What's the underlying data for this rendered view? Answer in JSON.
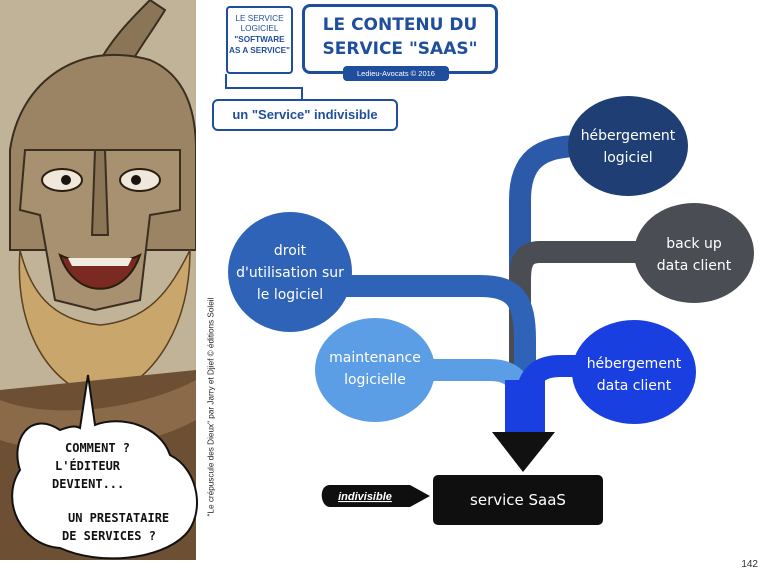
{
  "header": {
    "box_label_line1": "LE SERVICE",
    "box_label_line2": "LOGICIEL",
    "box_label_bold1": "\"SOFTWARE",
    "box_label_bold2": "AS A SERVICE\"",
    "title_line1": "LE CONTENU DU",
    "title_line2": "SERVICE \"SAAS\"",
    "copyright": "Ledieu-Avocats © 2016",
    "subtitle": "un \"Service\" indivisible"
  },
  "comic": {
    "credit": "\"Le crépuscule des Dieux\" par Jarry et Djief © éditions Soleil",
    "bubble_line1": "COMMENT ?",
    "bubble_line2": "L'ÉDITEUR",
    "bubble_line3": "DEVIENT...",
    "bubble_line4": "UN PRESTATAIRE",
    "bubble_line5": "DE SERVICES ?"
  },
  "nodes": {
    "hebergement_logiciel": {
      "line1": "hébergement",
      "line2": "logiciel",
      "color": "#1f3f74"
    },
    "backup": {
      "line1": "back up",
      "line2": "data client",
      "color": "#4a4d54"
    },
    "droit": {
      "line1": "droit",
      "line2": "d'utilisation sur",
      "line3": "le logiciel",
      "color": "#2f63b7"
    },
    "maintenance": {
      "line1": "maintenance",
      "line2": "logicielle",
      "color": "#5b9ee6"
    },
    "hebergement_data": {
      "line1": "hébergement",
      "line2": "data client",
      "color": "#1a3fe0"
    }
  },
  "result": {
    "label": "service SaaS",
    "tag": "indivisible"
  },
  "page_number": "142"
}
